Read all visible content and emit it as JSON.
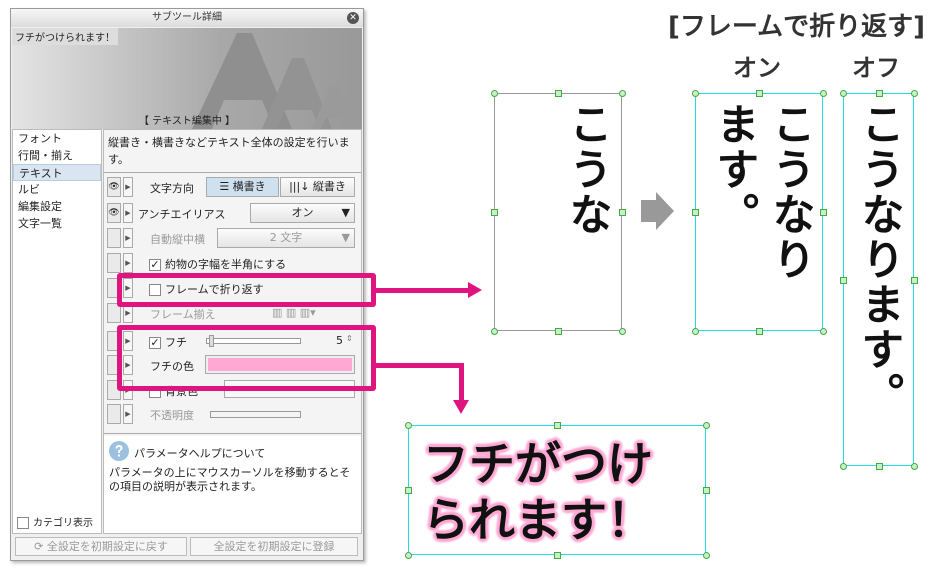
{
  "panel": {
    "title": "サブツール詳細",
    "close_icon": "close-circle-icon",
    "preview": {
      "sample_text": "フチがつけられます！",
      "watermark": "AAA",
      "state": "【 テキスト編集中 】"
    },
    "nav": [
      {
        "label": "フォント"
      },
      {
        "label": "行間・揃え"
      },
      {
        "label": "テキスト",
        "selected": true
      },
      {
        "label": "ルビ"
      },
      {
        "label": "編集設定"
      },
      {
        "label": "文字一覧"
      }
    ],
    "category_display": "カテゴリ表示",
    "description": "縦書き・横書きなどテキスト全体の設定を行います。",
    "rows": {
      "direction": {
        "label": "文字方向",
        "horizontal": "横書き",
        "vertical": "縦書き",
        "selected": "横書き"
      },
      "antialias": {
        "label": "アンチエイリアス",
        "value": "オン"
      },
      "auto_tcy": {
        "label": "自動縦中横",
        "value": "2 文字"
      },
      "punct": {
        "label": "約物の字幅を半角にする",
        "checked": true
      },
      "wrap": {
        "label": "フレームで折り返す",
        "checked": false
      },
      "frame_align": {
        "label": "フレーム揃え"
      },
      "edge": {
        "label": "フチ",
        "checked": true,
        "value": "5"
      },
      "edge_color": {
        "label": "フチの色",
        "color": "#ffa8d4"
      },
      "bg_color": {
        "label": "背景色",
        "checked": false
      },
      "opacity": {
        "label": "不透明度"
      }
    },
    "help": {
      "title": "パラメータヘルプについて",
      "body": "パラメータの上にマウスカーソルを移動するとその項目の説明が表示されます。"
    },
    "reset_button": "全設定を初期設定に戻す",
    "register_button": "全設定を初期設定に登録"
  },
  "illustration": {
    "heading": "[フレームで折り返す]",
    "on_label": "オン",
    "off_label": "オフ",
    "sample_before": "こうな",
    "sample_on_col1": "こうなり",
    "sample_on_col2": "ます。",
    "sample_off": "こうなります。",
    "edge_sample_line1": "フチがつけ",
    "edge_sample_line2": "られます！",
    "highlight_color": "#e0147f",
    "edge_color": "#ffa8d4"
  }
}
